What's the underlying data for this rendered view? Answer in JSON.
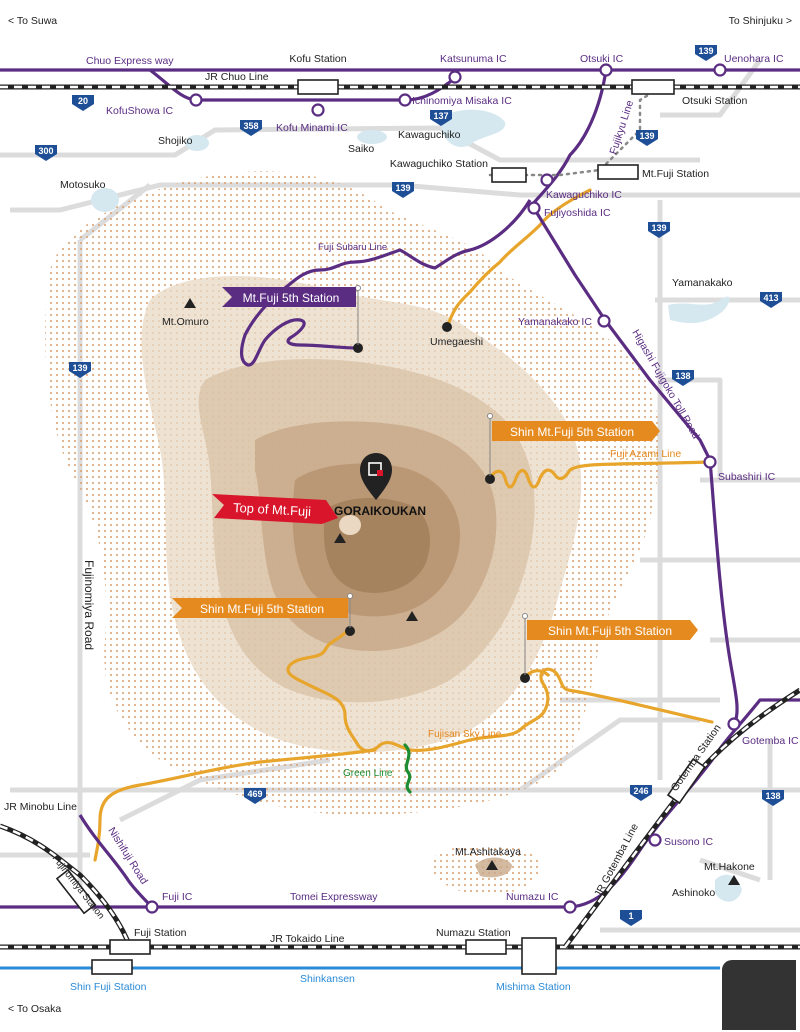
{
  "colors": {
    "expressway": "#5a2d82",
    "jr_line": "#222222",
    "shinkansen": "#2a8ad6",
    "fuji_road": "#e8a52c",
    "green_line": "#1e8c32",
    "flag_red": "#d8152a",
    "flag_orange": "#e58a1f",
    "flag_purple": "#5a2d82",
    "lake": "#d5e8f0",
    "route_badge": "#1e4f96"
  },
  "edges": {
    "to_suwa": "< To Suwa",
    "to_shinjuku": "To Shinjuku >",
    "to_osaka": "< To Osaka"
  },
  "expressways": {
    "chuo": "Chuo Express way",
    "tomei": "Tomei Expressway",
    "higashi_fujigoko": "Higashi Fujigoko Toll Road"
  },
  "railways": {
    "jr_chuo": "JR Chuo Line",
    "fujikyu": "Fujikyu Line",
    "jr_minobu": "JR Minobu Line",
    "jr_gotemba": "JR Gotemba Line",
    "jr_tokaido": "JR Tokaido Line",
    "shinkansen": "Shinkansen"
  },
  "roads": {
    "fuji_subaru": "Fuji Subaru Line",
    "fuji_azami": "Fuji Azami Line",
    "fujisan_sky": "Fujisan Sky Line",
    "green_line": "Green Line",
    "fujinomiya_road": "Fujinomiya Road",
    "nishifuji_road": "Nishifuji Road"
  },
  "interchanges": {
    "katsunuma": "Katsunuma IC",
    "otsuki": "Otsuki IC",
    "uenohara": "Uenohara IC",
    "kofushowa": "KofuShowa IC",
    "kofu_minami": "Kofu Minami IC",
    "ichinomiya": "Ichinomiya Misaka IC",
    "kawaguchiko": "Kawaguchiko IC",
    "fujiyoshida": "Fujiyoshida IC",
    "yamanakako": "Yamanakako IC",
    "subashiri": "Subashiri IC",
    "gotemba": "Gotemba IC",
    "susono": "Susono IC",
    "numazu": "Numazu IC",
    "fuji": "Fuji IC"
  },
  "stations": {
    "kofu": "Kofu Station",
    "otsuki": "Otsuki Station",
    "kawaguchiko": "Kawaguchiko Station",
    "mtfuji": "Mt.Fuji Station",
    "gotemba": "Gotemba Station",
    "fujinomiya": "Fujinomiya Station",
    "fuji": "Fuji Station",
    "numazu": "Numazu Station",
    "shin_fuji": "Shin Fuji Station",
    "mishima": "Mishima Station"
  },
  "places": {
    "shojiko": "Shojiko",
    "saiko": "Saiko",
    "kawaguchiko": "Kawaguchiko",
    "motosuko": "Motosuko",
    "yamanakako": "Yamanakako",
    "mt_omuro": "Mt.Omuro",
    "umegaeshi": "Umegaeshi",
    "mt_ashitakaya": "Mt.Ashitakaya",
    "mt_hakone": "Mt.Hakone",
    "ashinoko": "Ashinoko",
    "goraikoukan": "GORAIKOUKAN"
  },
  "flags": {
    "top": "Top of Mt.Fuji",
    "fifth_subaru": "Mt.Fuji 5th Station",
    "fifth_subashiri": "Shin Mt.Fuji 5th Station",
    "fifth_fujinomiya": "Shin Mt.Fuji 5th Station",
    "fifth_gotemba": "Shin Mt.Fuji 5th Station"
  },
  "routes": {
    "r20": "20",
    "r139_north": "139",
    "r139_otsuki": "139",
    "r139_center": "139",
    "r139_east": "139",
    "r139_west": "139",
    "r300": "300",
    "r358": "358",
    "r137": "137",
    "r138_a": "138",
    "r138_b": "138",
    "r413": "413",
    "r246": "246",
    "r469": "469",
    "r1": "1"
  },
  "controls": {
    "zoom_icon": "zoom-in-magnifier-icon"
  }
}
